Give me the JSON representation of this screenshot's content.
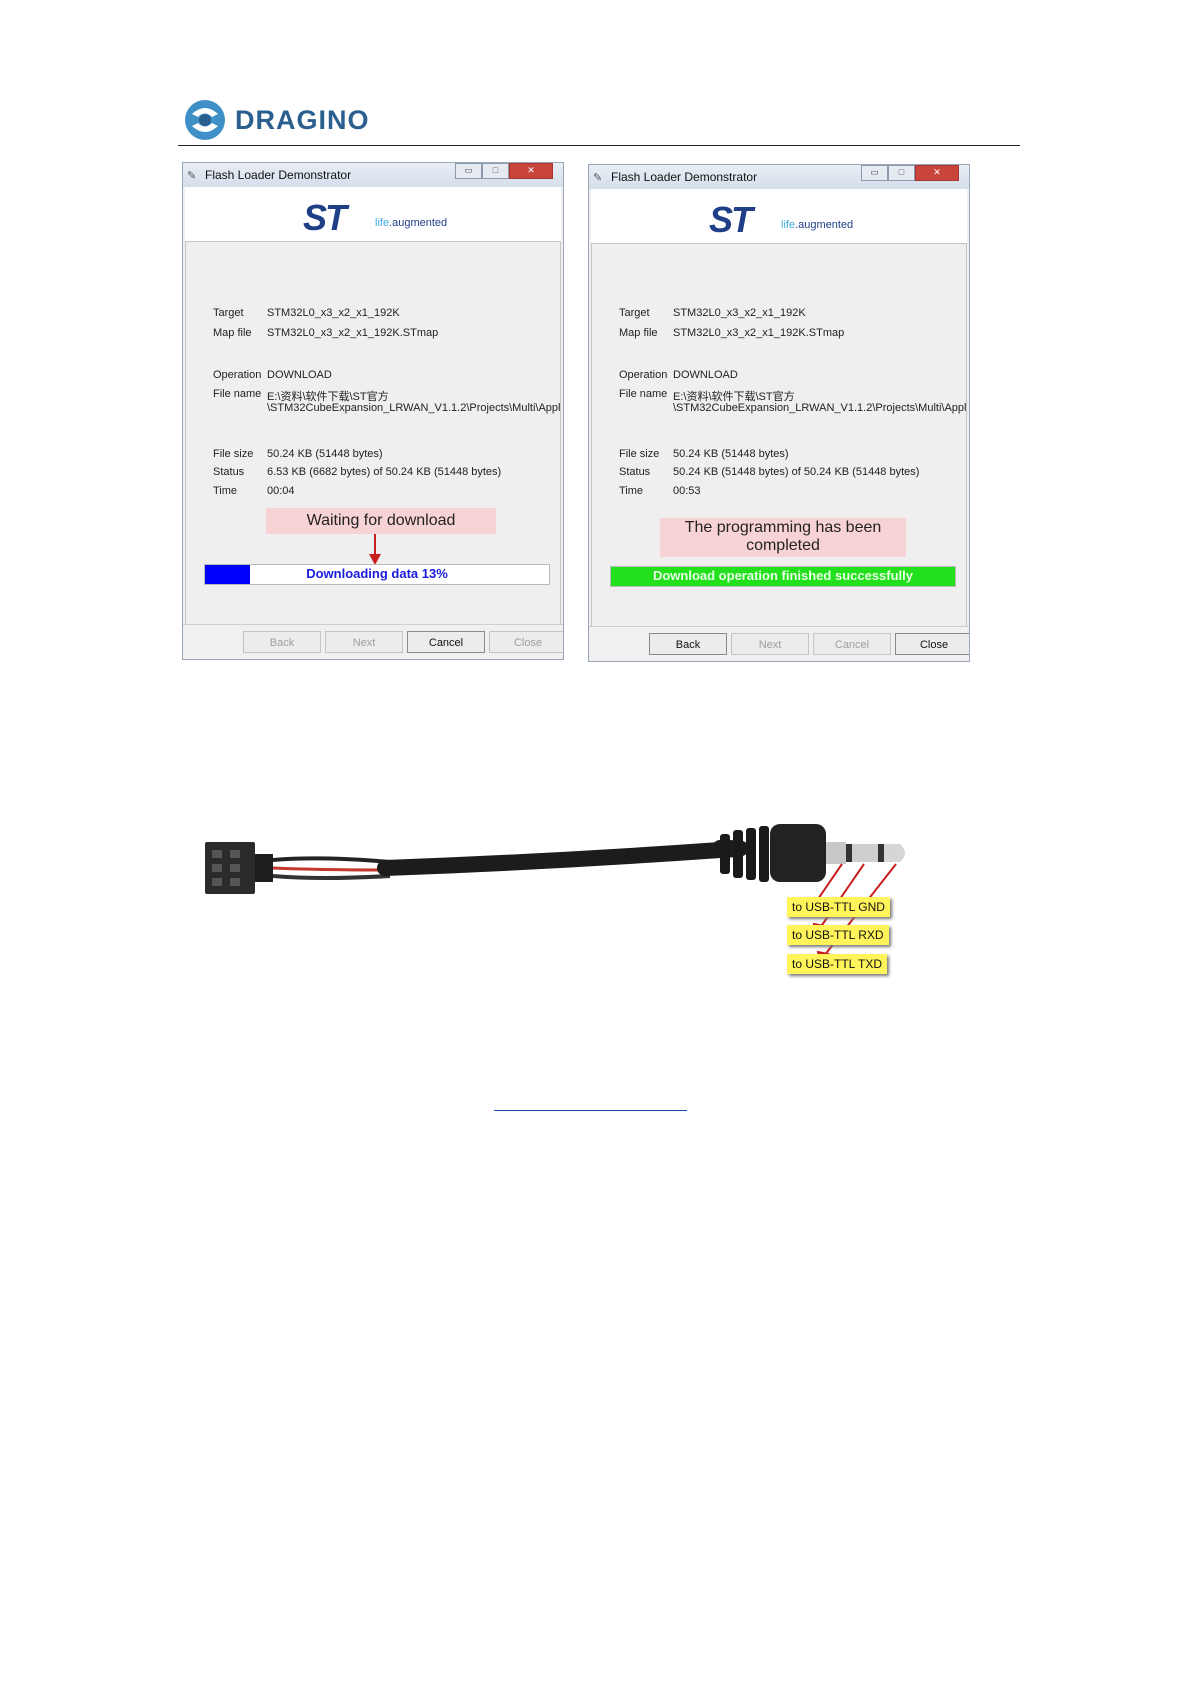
{
  "header": {
    "brand": "DRAGINO"
  },
  "windows": [
    {
      "title": "Flash Loader Demonstrator",
      "logo_text": "ST",
      "tagline_life": "life",
      "tagline_rest": ".augmented",
      "target_label": "Target",
      "target": "STM32L0_x3_x2_x1_192K",
      "mapfile_label": "Map file",
      "mapfile": "STM32L0_x3_x2_x1_192K.STmap",
      "operation_label": "Operation",
      "operation": "DOWNLOAD",
      "filename_label": "File name",
      "filename_line1": "E:\\资料\\软件下载\\ST官方",
      "filename_line2": "\\STM32CubeExpansion_LRWAN_V1.1.2\\Projects\\Multi\\Appl",
      "filesize_label": "File size",
      "filesize": "50.24 KB (51448 bytes)",
      "status_label": "Status",
      "status": "6.53 KB (6682 bytes) of 50.24 KB (51448 bytes)",
      "time_label": "Time",
      "time": "00:04",
      "message": "Waiting for download",
      "progress_text": "Downloading data 13%",
      "progress": 0.13,
      "buttons": {
        "back": "Back",
        "next": "Next",
        "cancel": "Cancel",
        "close": "Close"
      }
    },
    {
      "title": "Flash Loader Demonstrator",
      "logo_text": "ST",
      "tagline_life": "life",
      "tagline_rest": ".augmented",
      "target_label": "Target",
      "target": "STM32L0_x3_x2_x1_192K",
      "mapfile_label": "Map file",
      "mapfile": "STM32L0_x3_x2_x1_192K.STmap",
      "operation_label": "Operation",
      "operation": "DOWNLOAD",
      "filename_label": "File name",
      "filename_line1": "E:\\资料\\软件下载\\ST官方",
      "filename_line2": "\\STM32CubeExpansion_LRWAN_V1.1.2\\Projects\\Multi\\Appl",
      "filesize_label": "File size",
      "filesize": "50.24 KB (51448 bytes)",
      "status_label": "Status",
      "status": "50.24 KB (51448 bytes) of 50.24 KB (51448 bytes)",
      "time_label": "Time",
      "time": "00:53",
      "message_line1": "The programming has been",
      "message_line2": "completed",
      "progress_text": "Download operation finished successfully",
      "progress": 1.0,
      "buttons": {
        "back": "Back",
        "next": "Next",
        "cancel": "Cancel",
        "close": "Close"
      }
    }
  ],
  "cable": {
    "labels": [
      "to USB-TTL GND",
      "to USB-TTL RXD",
      "to USB-TTL TXD"
    ]
  },
  "colors": {
    "progress_downloading": "#0000ff",
    "progress_done": "#22e11c",
    "callout": "#fff45a",
    "arrow": "#c81e1e"
  }
}
